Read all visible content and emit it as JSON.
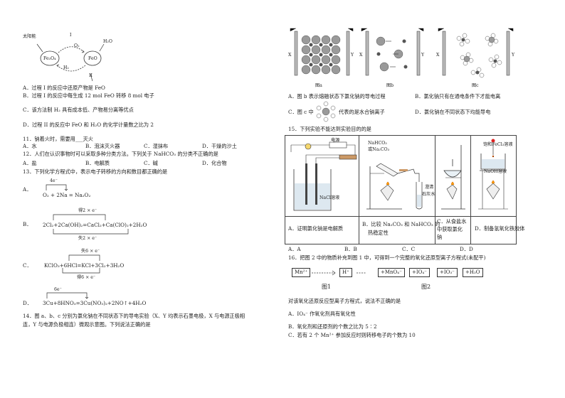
{
  "left": {
    "fig_cycle": {
      "sun": "太阳能",
      "step1": "I",
      "o2": "O₂",
      "h2o": "H₂O",
      "fe3o4": "Fe₃O₄",
      "feo": "FeO",
      "h2": "H₂",
      "step2": "II"
    },
    "q10_options": [
      "A．过程 I 的反应中还原产物是 FeO",
      "B．过程 I 的反应中每生成 12 mol FeO 转移 8 mol 电子",
      "C．该方法制 H₂ 具有成本低、产物易分离等优点",
      "D．过程 II 的反应中 FeO 和 H₂O 的化学计量数之比为 2"
    ],
    "q11": {
      "stem": "11．钠着火时，需要用___灭火",
      "options": [
        "A．水",
        "B．泡沫灭火器",
        "C．湿抹布",
        "D．干燥的沙土"
      ]
    },
    "q12": {
      "stem": "12．人们在认识事物时可以采取多种分类方法。下列关于 NaHCO₃ 的分类不正确的是",
      "options": [
        "A．盐",
        "B．电解质",
        "C．碱",
        "D．化合物"
      ]
    },
    "q13": {
      "stem": "13．下列化学方程式中，表示电子转移的方向和数目都正确的是",
      "A_label": "A．",
      "A_transfer": "4e⁻",
      "A_eq": "O₂ + 2Na = Na₂O₂",
      "B_label": "B．",
      "B_gain": "得2 × e⁻",
      "B_eq": "2Cl₂+2Ca(OH)₂=CaCl₂+Ca(ClO)₂+2H₂O",
      "B_lose": "失2 × e⁻",
      "C_label": "C．",
      "C_lose": "失6 × e⁻",
      "C_eq": "KClO₃+6HCl=KCl+3Cl₂+3H₂O",
      "C_gain": "得6 × e⁻",
      "D_label": "D．",
      "D_transfer": "6e⁻",
      "D_eq": "3Cu+8HNO₃=3Cu(NO₃)₂+2NO↑+4H₂O"
    },
    "q14": {
      "line1": "14．图 a、b、c 分别为氯化钠在不同状态下的导电实验（X、Y 均表示石墨电极，X 与电源正极相",
      "line2": "连，Y 与电源负极相连）微观示意图。下列说法正确的是"
    }
  },
  "right": {
    "fig_abc": {
      "X": "X",
      "Y": "Y",
      "label_a": "图a",
      "label_b": "图b",
      "label_c": "图c"
    },
    "q14_options": {
      "A": "A．图 b 表示熔融状态下氯化钠的导电过程",
      "B": "B．氯化钠只有在通电条件下才能电离",
      "C_pre": "C．图 c 中",
      "C_post": "代表的是水合钠离子",
      "D": "D．氯化钠在不同状态下均能导电"
    },
    "q15": {
      "stem": "15．下列实验不能达到实验目的的是",
      "fig_labels": {
        "power": "电源",
        "nacl": "NaCl溶液",
        "nahco3": "NaHCO₃",
        "na2co3": "或Na₂CO₃",
        "limewater_1": "澄清",
        "limewater_2": "石灰水",
        "fecl3": "饱和FeCl₃溶液",
        "naoh": "NaOH溶液"
      },
      "cells": [
        "A．证明氯化钠是电解质",
        "B．比较 Na₂CO₃ 和 NaHCO₃ 的",
        "热稳定性",
        "C．从食盐水",
        "中获取氯化",
        "钠",
        "D．制备氢氧化铁胶体"
      ],
      "options": [
        "A．A",
        "B．B",
        "C．C",
        "D．D"
      ]
    },
    "q16": {
      "stem": "16．把图 2 中的物质补充到图 1 中，可得到一个完整的氧化还原型离子方程式(未配平)",
      "fig1": [
        "Mn²⁺",
        "H⁺"
      ],
      "fig2": [
        "+MnO₄⁻",
        "+IO₄⁻",
        "+IO₃⁻",
        "+H₂O"
      ],
      "fig1_label": "图1",
      "fig2_label": "图2",
      "lead": "对该氧化还原反应型离子方程式，说法不正确的是",
      "options": [
        "A．IO₄⁻ 作氧化剂具有氧化性",
        "B．氧化剂和还原剂的个数之比为 5∶2",
        "C．若有 2 个 Mn²⁺ 参加反应时则转移电子的个数为 10"
      ]
    }
  }
}
